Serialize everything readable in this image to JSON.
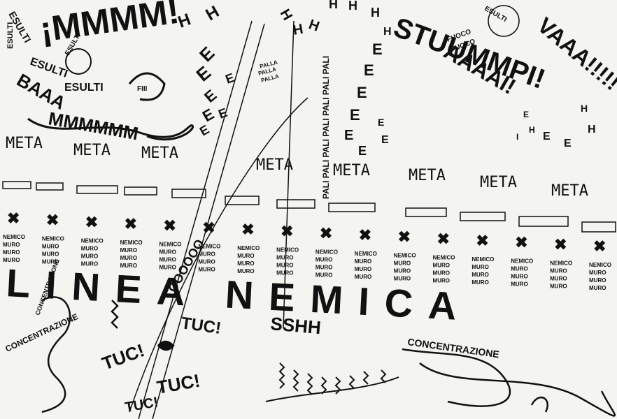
{
  "ink_color": "#111111",
  "paper_color": "#f4f4f1",
  "top_left": {
    "esulti_words": [
      "ESULTI",
      "ESULTI",
      "ESULTI",
      "ESULTI",
      "ESULTI"
    ],
    "baaa": "BAAA",
    "mmmm": "MMMMMM",
    "evviva": "¡MMMM!",
    "fiii": "FIII"
  },
  "meta_left": [
    "META",
    "META",
    "META"
  ],
  "meta_right": [
    "META",
    "META",
    "META",
    "META",
    "META"
  ],
  "cluster_top": {
    "hhh": [
      "H",
      "H",
      "H",
      "H",
      "H",
      "H",
      "H",
      "H",
      "H"
    ],
    "eee_left": [
      "E",
      "E",
      "E",
      "E",
      "E",
      "E",
      "E"
    ],
    "pali_column": "PALI PALI PALI PALI PALI PALI PALI",
    "palla": [
      "PALLA",
      "PALLA",
      "PALLA"
    ],
    "ooo": "OOOOOO"
  },
  "stumm": {
    "text": "STUUMMPI!",
    "eee_spiral": [
      "E",
      "E",
      "E",
      "E",
      "E",
      "E",
      "E",
      "E"
    ]
  },
  "top_right": {
    "esulti_spiral": "ESULTI",
    "fuoco": [
      "FUOCO",
      "FUOCO"
    ],
    "aaa": "AAAAI!",
    "vaaa": "VAAA!!!!!",
    "eeeh": [
      "E",
      "E",
      "E",
      "H",
      "H",
      "I",
      "H"
    ]
  },
  "nemico": {
    "crosses_count": 16,
    "words": [
      "NEMICO",
      "MURO",
      "MURO",
      "MURO"
    ]
  },
  "linea_nemica": "LINEA NEMICA",
  "tuc": [
    "TUC!",
    "TUC!",
    "TUC!",
    "TUC!"
  ],
  "concentrazione": [
    "CONCENTRAZIONE",
    "CONCENTRAZIONE",
    "CONCENTRAZIONE"
  ],
  "sshh": "SSHH"
}
